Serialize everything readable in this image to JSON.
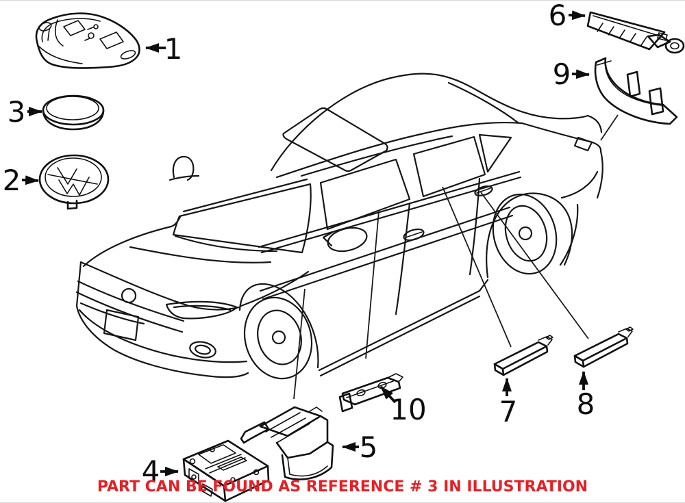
{
  "caption": {
    "text": "PART CAN BE FOUND AS REFERENCE # 3 IN ILLUSTRATION",
    "color": "#e52026",
    "referenced_part": "3"
  },
  "parts": [
    {
      "ref": "1",
      "name": "remote-flip-key"
    },
    {
      "ref": "2",
      "name": "vw-round-emblem"
    },
    {
      "ref": "3",
      "name": "round-cover-cap"
    },
    {
      "ref": "4",
      "name": "control-module"
    },
    {
      "ref": "5",
      "name": "module-bracket"
    },
    {
      "ref": "6",
      "name": "antenna-amplifier-module"
    },
    {
      "ref": "7",
      "name": "antenna-bar"
    },
    {
      "ref": "8",
      "name": "antenna-bar"
    },
    {
      "ref": "9",
      "name": "mounting-bracket"
    },
    {
      "ref": "10",
      "name": "antenna-bracket-rail"
    }
  ],
  "illustration": {
    "subject": "sedan-line-drawing",
    "view": "front-left-three-quarter",
    "line_color": "#161616",
    "background": "#ffffff"
  }
}
